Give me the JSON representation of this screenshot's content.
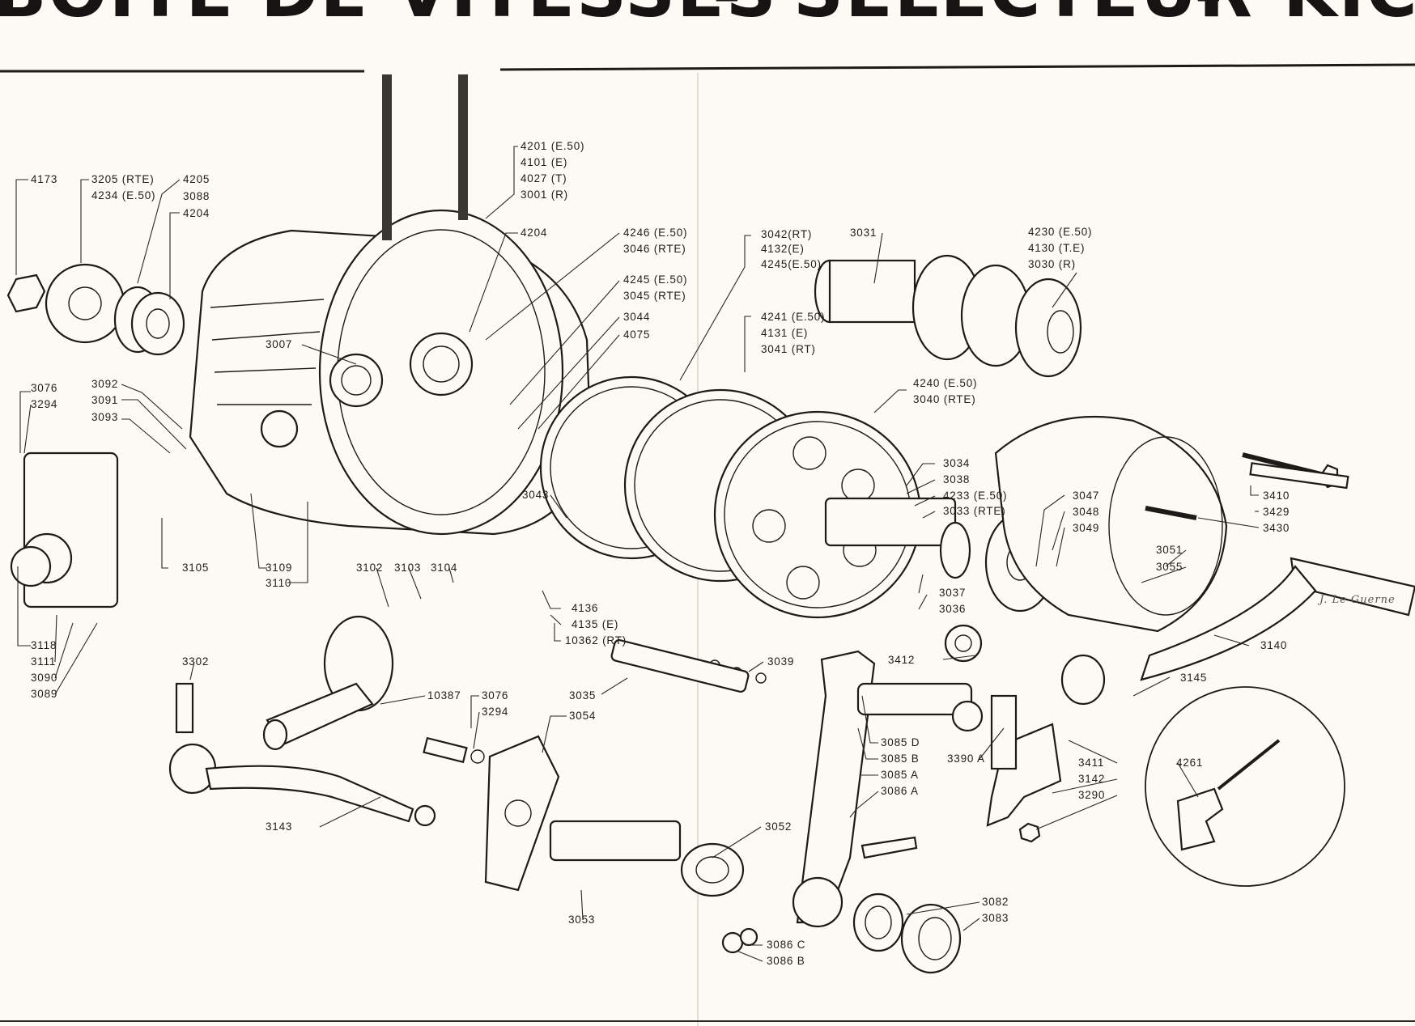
{
  "title": {
    "fragments": [
      "BOITE DE VITESSES",
      "SELECTEUR",
      "KICK"
    ],
    "separator": "-"
  },
  "signature": "J. Le Guerne",
  "labels": [
    {
      "id": "l4173",
      "text": "4173"
    },
    {
      "id": "l3205",
      "text": "3205 (RTE)"
    },
    {
      "id": "l4234",
      "text": "4234 (E.50)"
    },
    {
      "id": "l4205",
      "text": "4205"
    },
    {
      "id": "l3088",
      "text": "3088"
    },
    {
      "id": "l4204a",
      "text": "4204"
    },
    {
      "id": "l4201",
      "text": "4201 (E.50)"
    },
    {
      "id": "l4101",
      "text": "4101 (E)"
    },
    {
      "id": "l4027",
      "text": "4027 (T)"
    },
    {
      "id": "l3001",
      "text": "3001 (R)"
    },
    {
      "id": "l4204b",
      "text": "4204"
    },
    {
      "id": "l4246",
      "text": "4246 (E.50)"
    },
    {
      "id": "l3046",
      "text": "3046 (RTE)"
    },
    {
      "id": "l4245",
      "text": "4245 (E.50)"
    },
    {
      "id": "l3045",
      "text": "3045 (RTE)"
    },
    {
      "id": "l3044",
      "text": "3044"
    },
    {
      "id": "l4075",
      "text": "4075"
    },
    {
      "id": "l3042",
      "text": "3042(RT)"
    },
    {
      "id": "l4132",
      "text": "4132(E)"
    },
    {
      "id": "l4245b",
      "text": "4245(E.50)"
    },
    {
      "id": "l3031",
      "text": "3031"
    },
    {
      "id": "l4230",
      "text": "4230 (E.50)"
    },
    {
      "id": "l4130",
      "text": "4130 (T.E)"
    },
    {
      "id": "l3030",
      "text": "3030 (R)"
    },
    {
      "id": "l4241",
      "text": "4241 (E.50)"
    },
    {
      "id": "l4131",
      "text": "4131 (E)"
    },
    {
      "id": "l3041",
      "text": "3041 (RT)"
    },
    {
      "id": "l4240",
      "text": "4240 (E.50)"
    },
    {
      "id": "l3040",
      "text": "3040 (RTE)"
    },
    {
      "id": "l3007",
      "text": "3007"
    },
    {
      "id": "l3076a",
      "text": "3076"
    },
    {
      "id": "l3294a",
      "text": "3294"
    },
    {
      "id": "l3092",
      "text": "3092"
    },
    {
      "id": "l3091",
      "text": "3091"
    },
    {
      "id": "l3093",
      "text": "3093"
    },
    {
      "id": "l3043",
      "text": "3043"
    },
    {
      "id": "l3034",
      "text": "3034"
    },
    {
      "id": "l3038",
      "text": "3038"
    },
    {
      "id": "l4233",
      "text": "4233 (E.50)"
    },
    {
      "id": "l3033",
      "text": "3033 (RTE)"
    },
    {
      "id": "l3047",
      "text": "3047"
    },
    {
      "id": "l3048",
      "text": "3048"
    },
    {
      "id": "l3049",
      "text": "3049"
    },
    {
      "id": "l3410",
      "text": "3410"
    },
    {
      "id": "l3429",
      "text": "3429"
    },
    {
      "id": "l3430",
      "text": "3430"
    },
    {
      "id": "l3051",
      "text": "3051"
    },
    {
      "id": "l3055",
      "text": "3055"
    },
    {
      "id": "l3105",
      "text": "3105"
    },
    {
      "id": "l3109",
      "text": "3109"
    },
    {
      "id": "l3110",
      "text": "3110"
    },
    {
      "id": "l3102",
      "text": "3102"
    },
    {
      "id": "l3103",
      "text": "3103"
    },
    {
      "id": "l3104",
      "text": "3104"
    },
    {
      "id": "l4136",
      "text": "4136"
    },
    {
      "id": "l4135",
      "text": "4135 (E)"
    },
    {
      "id": "l10362",
      "text": "10362 (RT)"
    },
    {
      "id": "l3037",
      "text": "3037"
    },
    {
      "id": "l3036",
      "text": "3036"
    },
    {
      "id": "l3118",
      "text": "3118"
    },
    {
      "id": "l3111",
      "text": "3111"
    },
    {
      "id": "l3090",
      "text": "3090"
    },
    {
      "id": "l3089",
      "text": "3089"
    },
    {
      "id": "l3302",
      "text": "3302"
    },
    {
      "id": "l10387",
      "text": "10387"
    },
    {
      "id": "l3076b",
      "text": "3076"
    },
    {
      "id": "l3294b",
      "text": "3294"
    },
    {
      "id": "l3035",
      "text": "3035"
    },
    {
      "id": "l3039",
      "text": "3039"
    },
    {
      "id": "l3412",
      "text": "3412"
    },
    {
      "id": "l3140",
      "text": "3140"
    },
    {
      "id": "l3145",
      "text": "3145"
    },
    {
      "id": "l3054",
      "text": "3054"
    },
    {
      "id": "l3085d",
      "text": "3085 D"
    },
    {
      "id": "l3085b",
      "text": "3085 B"
    },
    {
      "id": "l3085a",
      "text": "3085 A"
    },
    {
      "id": "l3086a",
      "text": "3086 A"
    },
    {
      "id": "l3390a",
      "text": "3390 A"
    },
    {
      "id": "l3411",
      "text": "3411"
    },
    {
      "id": "l3142",
      "text": "3142"
    },
    {
      "id": "l3290",
      "text": "3290"
    },
    {
      "id": "l4261",
      "text": "4261"
    },
    {
      "id": "l3143",
      "text": "3143"
    },
    {
      "id": "l3052",
      "text": "3052"
    },
    {
      "id": "l3053",
      "text": "3053"
    },
    {
      "id": "l3082",
      "text": "3082"
    },
    {
      "id": "l3083",
      "text": "3083"
    },
    {
      "id": "l3086c",
      "text": "3086 C"
    },
    {
      "id": "l3086b",
      "text": "3086 B"
    }
  ]
}
